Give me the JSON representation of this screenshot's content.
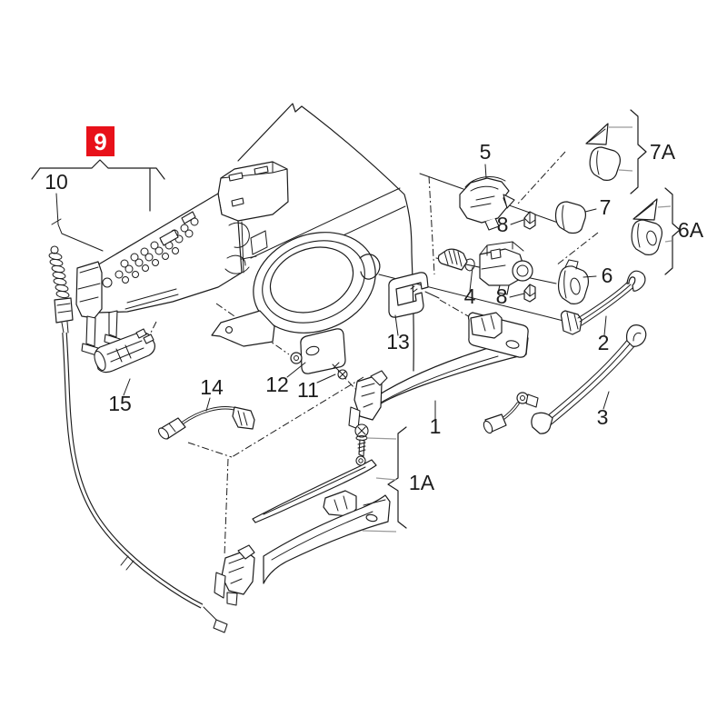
{
  "diagram": {
    "kind": "exploded-parts-diagram",
    "subject": "door exterior handle assembly",
    "background": "#ffffff",
    "line_color": "#1c1c1c",
    "connector_gray": "#9a9a9a",
    "highlight": {
      "box_color": "#e8111a",
      "text_color": "#ffffff"
    }
  },
  "callouts": [
    {
      "id": "9",
      "text": "9",
      "highlighted": true
    },
    {
      "id": "10",
      "text": "10"
    },
    {
      "id": "5",
      "text": "5"
    },
    {
      "id": "7A",
      "text": "7A"
    },
    {
      "id": "7",
      "text": "7"
    },
    {
      "id": "8-upper",
      "text": "8"
    },
    {
      "id": "6A",
      "text": "6A"
    },
    {
      "id": "4",
      "text": "4"
    },
    {
      "id": "8-lower",
      "text": "8"
    },
    {
      "id": "6",
      "text": "6"
    },
    {
      "id": "2",
      "text": "2"
    },
    {
      "id": "13",
      "text": "13"
    },
    {
      "id": "12",
      "text": "12"
    },
    {
      "id": "11",
      "text": "11"
    },
    {
      "id": "15",
      "text": "15"
    },
    {
      "id": "14",
      "text": "14"
    },
    {
      "id": "1",
      "text": "1"
    },
    {
      "id": "3",
      "text": "3"
    },
    {
      "id": "1A",
      "text": "1A"
    }
  ]
}
